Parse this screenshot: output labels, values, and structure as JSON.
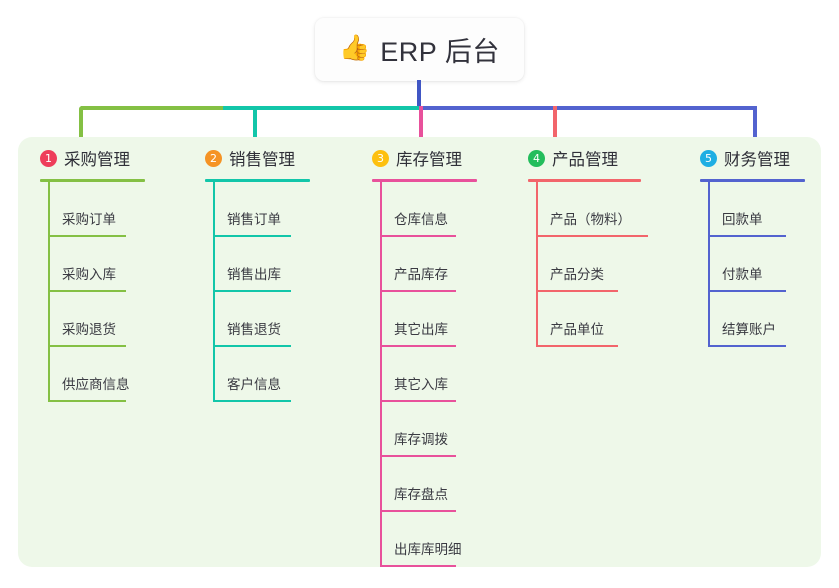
{
  "root": {
    "icon": "thumbs-up-icon",
    "icon_glyph": "👍",
    "title": "ERP 后台"
  },
  "theme": {
    "panel_bg": "#eef8e9",
    "page_bg": "#ffffff",
    "trunk": "#4056c4"
  },
  "connector_segments": [
    {
      "name": "left-green",
      "color": "#84c044"
    },
    {
      "name": "mid-teal",
      "color": "#12c6a9"
    },
    {
      "name": "right-blue",
      "color": "#5363cf"
    }
  ],
  "columns": [
    {
      "number": "1",
      "title": "采购管理",
      "badge_color": "#ee3d5a",
      "line_color": "#84c044",
      "drop_color": "#84c044",
      "items": [
        "采购订单",
        "采购入库",
        "采购退货",
        "供应商信息"
      ]
    },
    {
      "number": "2",
      "title": "销售管理",
      "badge_color": "#f59324",
      "line_color": "#12c6a9",
      "drop_color": "#12c6a9",
      "items": [
        "销售订单",
        "销售出库",
        "销售退货",
        "客户信息"
      ]
    },
    {
      "number": "3",
      "title": "库存管理",
      "badge_color": "#fdc00f",
      "line_color": "#e8519b",
      "drop_color": "#e8519b",
      "items": [
        "仓库信息",
        "产品库存",
        "其它出库",
        "其它入库",
        "库存调拨",
        "库存盘点",
        "出库库明细"
      ]
    },
    {
      "number": "4",
      "title": "产品管理",
      "badge_color": "#23bd5c",
      "line_color": "#f2656b",
      "drop_color": "#f2656b",
      "items": [
        "产品（物料）",
        "产品分类",
        "产品单位"
      ]
    },
    {
      "number": "5",
      "title": "财务管理",
      "badge_color": "#1eaee3",
      "line_color": "#5363cf",
      "drop_color": "#5363cf",
      "items": [
        "回款单",
        "付款单",
        "结算账户"
      ]
    }
  ]
}
